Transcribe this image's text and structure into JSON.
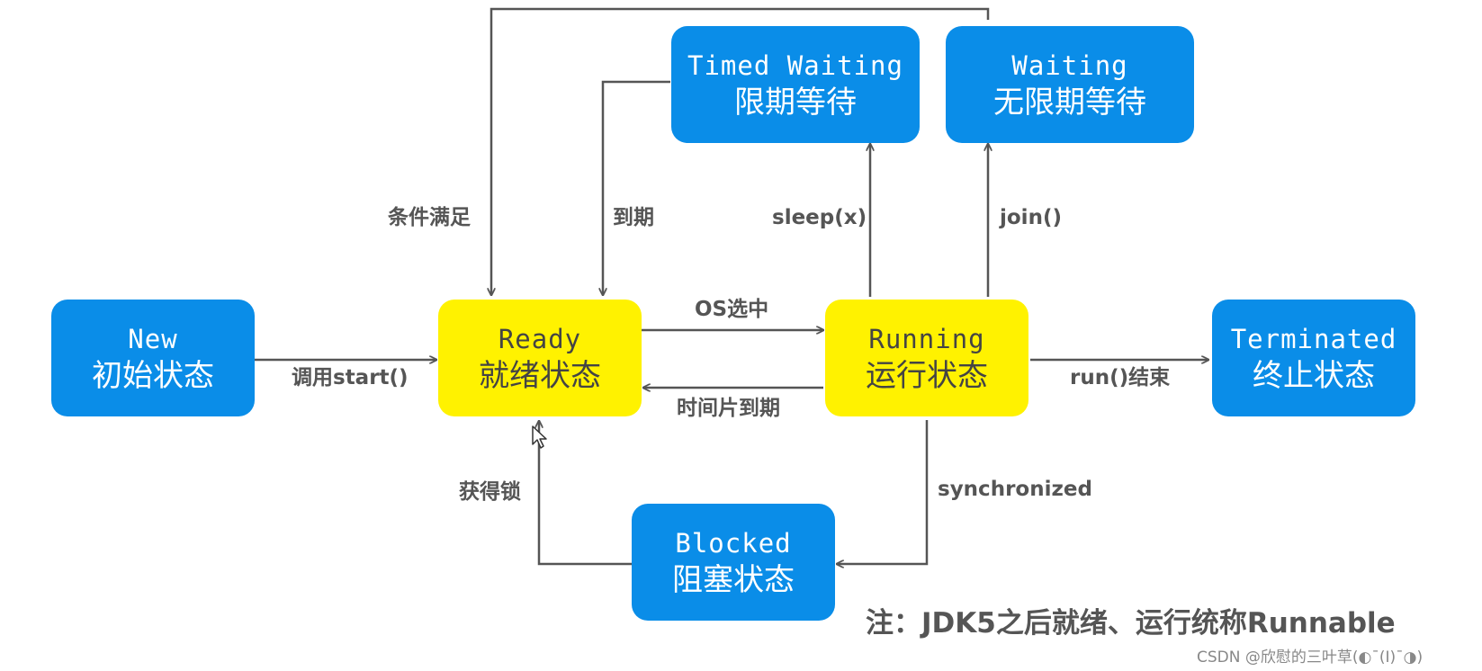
{
  "states": {
    "new": {
      "en": "New",
      "zh": "初始状态"
    },
    "ready": {
      "en": "Ready",
      "zh": "就绪状态"
    },
    "running": {
      "en": "Running",
      "zh": "运行状态"
    },
    "terminated": {
      "en": "Terminated",
      "zh": "终止状态"
    },
    "timed_waiting": {
      "en": "Timed Waiting",
      "zh": "限期等待"
    },
    "waiting": {
      "en": "Waiting",
      "zh": "无限期等待"
    },
    "blocked": {
      "en": "Blocked",
      "zh": "阻塞状态"
    }
  },
  "transitions": {
    "start": "调用start()",
    "os_select": "OS选中",
    "time_slice": "时间片到期",
    "run_end": "run()结束",
    "sleep": "sleep(x)",
    "join": "join()",
    "expire": "到期",
    "condition": "条件满足",
    "synchronized": "synchronized",
    "acquire_lock": "获得锁"
  },
  "note": "注：JDK5之后就绪、运行统称Runnable",
  "watermark": "CSDN @欣慰的三叶草(◐¯(I)¯◑)",
  "colors": {
    "blue_state": "#0a8de8",
    "yellow_state": "#fff200",
    "arrow": "#555555",
    "label_text": "#555555"
  }
}
